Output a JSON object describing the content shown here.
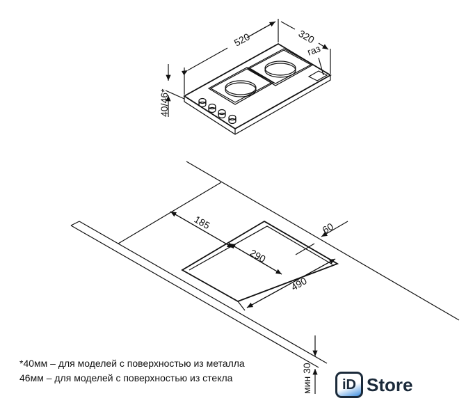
{
  "hob_dimensions": {
    "width": "520",
    "depth": "320",
    "height": "40/46*",
    "gas_label": "газ"
  },
  "cutout_dimensions": {
    "side_offset": "185",
    "back_offset": "60",
    "depth": "290",
    "width": "490",
    "min_thickness": "мин 30"
  },
  "footnotes": [
    "*40мм – для моделей с поверхностью из металла",
    "46мм – для моделей с поверхностью из стекла"
  ],
  "logo": {
    "mark": "iD",
    "text": "Store"
  }
}
